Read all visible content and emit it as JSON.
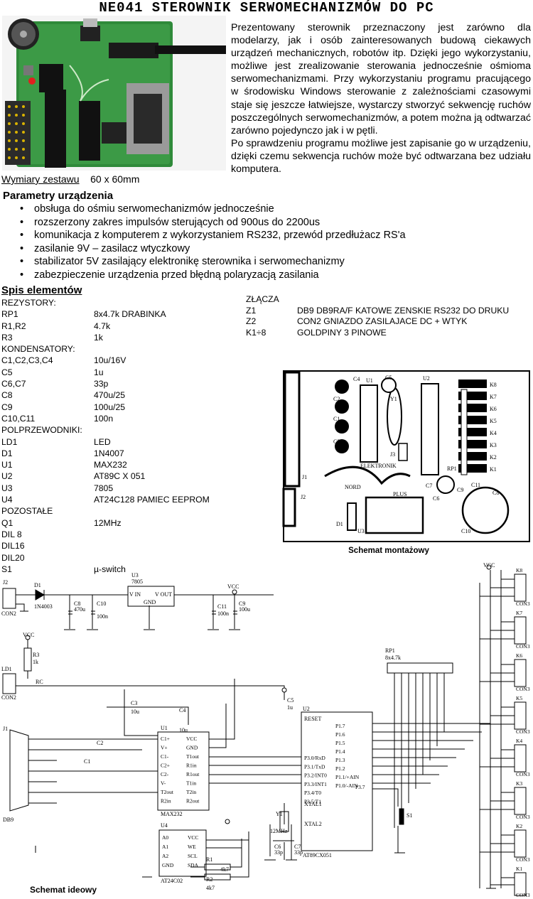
{
  "title": "NE041 STEROWNIK SERWOMECHANIZMÓW DO PC",
  "intro": [
    "Prezentowany sterownik przeznaczony jest zarówno dla modelarzy, jak i osób zainteresowanych budową ciekawych urządzeń mechanicznych, robotów itp. Dzięki jego wykorzystaniu, możliwe jest zrealizowanie sterowania jednocześnie ośmioma serwomechanizmami. Przy wykorzystaniu programu pracującego w środowisku Windows sterowanie z zależnościami czasowymi staje się jeszcze łatwiejsze, wystarczy stworzyć sekwencję ruchów poszczególnych serwomechanizmów, a potem można ją odtwarzać zarówno pojedynczo jak i w pętli.",
    "Po sprawdzeniu programu możliwe jest zapisanie go w urządzeniu, dzięki czemu sekwencja ruchów może być odtwarzana bez udziału komputera."
  ],
  "dimensions": {
    "label": "Wymiary zestawu",
    "value": "60 x 60mm"
  },
  "params": {
    "heading": "Parametry urządzenia",
    "items": [
      "obsługa do ośmiu serwomechanizmów jednocześnie",
      "rozszerzony zakres impulsów sterujących od 900us do 2200us",
      "komunikacja z komputerem z wykorzystaniem RS232, przewód przedłużacz RS'a",
      "zasilanie 9V – zasilacz wtyczkowy",
      "stabilizator 5V zasilający elektronikę sterownika i serwomechanizmy",
      "zabezpieczenie urządzenia przed błędną polaryzacją zasilania"
    ]
  },
  "bom": {
    "heading": "Spis elementów",
    "rows": [
      [
        "REZYSTORY:",
        ""
      ],
      [
        "RP1",
        "8x4.7k DRABINKA"
      ],
      [
        "R1,R2",
        "4.7k"
      ],
      [
        "R3",
        "1k"
      ],
      [
        "KONDENSATORY:",
        ""
      ],
      [
        "C1,C2,C3,C4",
        "10u/16V"
      ],
      [
        "C5",
        "1u"
      ],
      [
        "C6,C7",
        "33p"
      ],
      [
        "C8",
        "470u/25"
      ],
      [
        "C9",
        "100u/25"
      ],
      [
        "C10,C11",
        "100n"
      ],
      [
        "POLPRZEWODNIKI:",
        ""
      ],
      [
        "LD1",
        "LED"
      ],
      [
        "D1",
        "1N4007"
      ],
      [
        "U1",
        "MAX232"
      ],
      [
        "U2",
        "AT89C X 051"
      ],
      [
        "U3",
        "7805"
      ],
      [
        "U4",
        "AT24C128 PAMIEC EEPROM"
      ],
      [
        "POZOSTAŁE",
        ""
      ],
      [
        "Q1",
        "12MHz"
      ],
      [
        "DIL 8",
        ""
      ],
      [
        "DIL16",
        ""
      ],
      [
        "DIL20",
        ""
      ],
      [
        "S1",
        "µ-switch"
      ]
    ]
  },
  "connectors": {
    "heading": "ZŁĄCZA",
    "rows": [
      [
        "Z1",
        "DB9 DB9RA/F KATOWE ZENSKIE RS232 DO DRUKU"
      ],
      [
        "Z2",
        "CON2 GNIAZDO ZASILAJACE DC + WTYK"
      ],
      [
        "K1÷8",
        "GOLDPINY 3 PINOWE"
      ]
    ]
  },
  "layout": {
    "caption": "Schemat montażowy",
    "labels": [
      "C4",
      "C5",
      "U1",
      "U2",
      "Y1",
      "J3",
      "C2",
      "C1",
      "C3",
      "RP1",
      "ELEKTRONIK",
      "NORD",
      "J1",
      "PLUS",
      "C7",
      "C6",
      "C9",
      "C11",
      "C8",
      "J2",
      "D1",
      "U3",
      "C10",
      "K8",
      "K7",
      "K6",
      "K5",
      "K4",
      "K3",
      "K2",
      "K1"
    ]
  },
  "schematic": {
    "caption": "Schemat ideowy",
    "labels": {
      "vcc": "VCC",
      "gnd": "GND",
      "j2": "J2",
      "con2": "CON2",
      "d1": "D1",
      "d1v": "1N4003",
      "u3": "U3",
      "u3v": "7805",
      "vin": "V IN",
      "vout": "V OUT",
      "c8": "C8",
      "c8v": "470u",
      "c10": "C10",
      "c10v": "100n",
      "c11": "C11",
      "c11v": "100n",
      "c9": "C9",
      "c9v": "100u",
      "r3": "R3",
      "r3v": "1k",
      "ld1": "LD1",
      "rc": "RC",
      "c3": "C3",
      "c4": "C4",
      "c5": "C5",
      "c5v": "1u",
      "c2": "C2",
      "c1": "C1",
      "cv10u": "10u",
      "u1": "U1",
      "max232": "MAX232",
      "u2": "U2",
      "reset": "RESET",
      "at89": "AT89CX051",
      "u4": "U4",
      "at24": "AT24C02",
      "y1": "Y1",
      "y1v": "12MHz",
      "c6": "C6",
      "c7": "C7",
      "cv33p": "33p",
      "xtal1": "XTAL1",
      "xtal2": "XTAL2",
      "s1": "S1",
      "rp1": "RP1",
      "rp1v": "8x4.7k",
      "j1": "J1",
      "db9": "DB9",
      "r1": "R1",
      "r2": "R2",
      "rv4k7": "4k7",
      "con3": "CON3",
      "u1pins": [
        "C1+",
        "V+",
        "C1-",
        "C2+",
        "C2-",
        "V-",
        "T2out",
        "R2in",
        "VCC",
        "GND",
        "T1out",
        "R1in",
        "R1out",
        "T1in",
        "T2in",
        "R2out"
      ],
      "u2pins": [
        "P3.0/RxD",
        "P3.1/TxD",
        "P3.2/INT0",
        "P3.3/INT1",
        "P3.4/T0",
        "P3.5/T1",
        "P1.7",
        "P1.6",
        "P1.5",
        "P1.4",
        "P1.3",
        "P1.2",
        "P1.1/+AIN",
        "P1.0/-AIN",
        "P3.7"
      ],
      "u4pins": [
        "A0",
        "A1",
        "A2",
        "GND",
        "VCC",
        "WE",
        "SCL",
        "SDA"
      ],
      "klist": [
        "K8",
        "K7",
        "K6",
        "K5",
        "K4",
        "K3",
        "K2",
        "K1"
      ]
    }
  }
}
